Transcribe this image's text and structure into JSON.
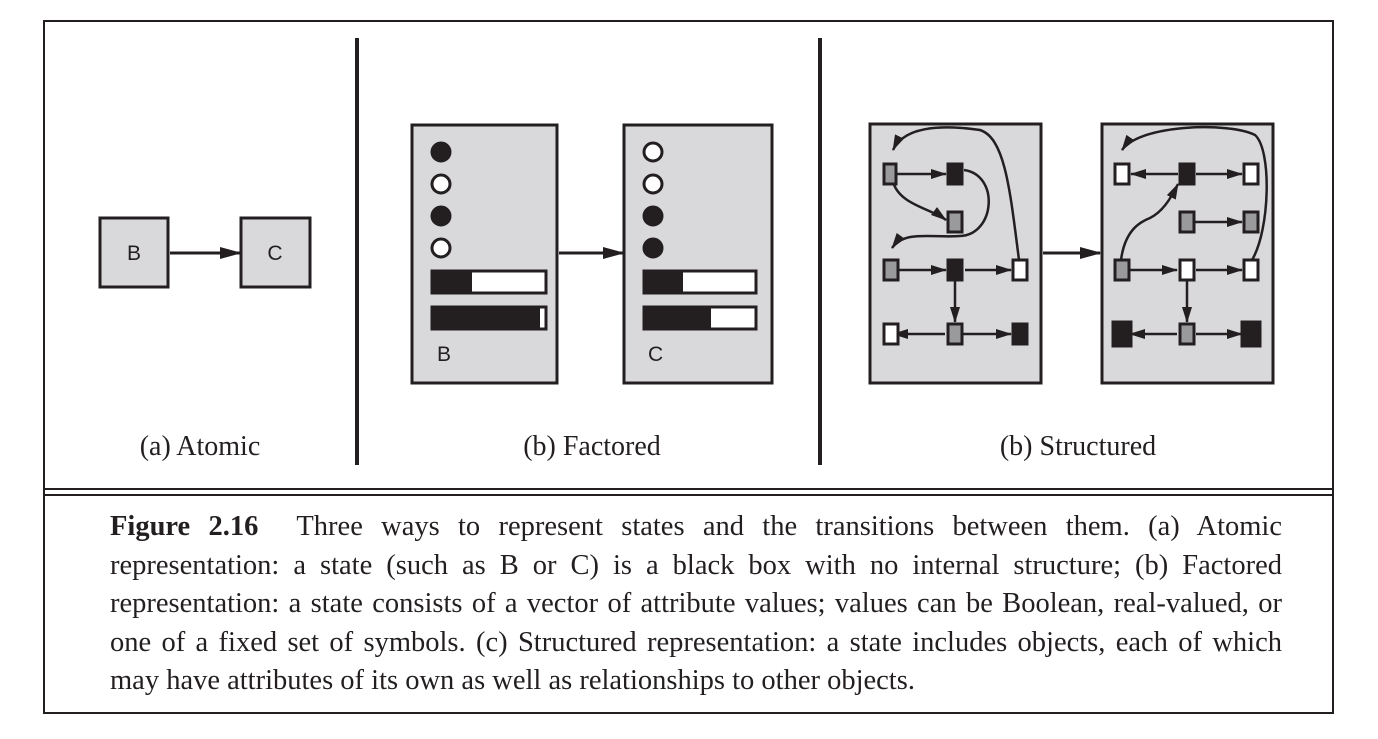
{
  "figure": {
    "colors": {
      "ink": "#231f20",
      "box_fill": "#d9d9db",
      "gray_node": "#9a9a9c",
      "white_node": "#ffffff",
      "black_node": "#231f20"
    },
    "panels": {
      "atomic": {
        "label": "(a) Atomic",
        "state_b": "B",
        "state_c": "C"
      },
      "factored": {
        "label": "(b) Factored",
        "state_b": {
          "name": "B",
          "booleans": [
            true,
            false,
            true,
            false
          ],
          "real_values": [
            0.35,
            0.95
          ]
        },
        "state_c": {
          "name": "C",
          "booleans": [
            false,
            false,
            true,
            true
          ],
          "real_values": [
            0.35,
            0.6
          ]
        }
      },
      "structured": {
        "label": "(b) Structured"
      }
    },
    "caption": {
      "label": "Figure 2.16",
      "text": "Three ways to represent states and the transitions between them. (a) Atomic representation: a state (such as B or C) is a black box with no internal structure; (b) Factored representation: a state consists of a vector of attribute values; values can be Boolean, real-valued, or one of a fixed set of symbols. (c) Structured representation: a state includes objects, each of which may have attributes of its own as well as relationships to other objects."
    }
  }
}
